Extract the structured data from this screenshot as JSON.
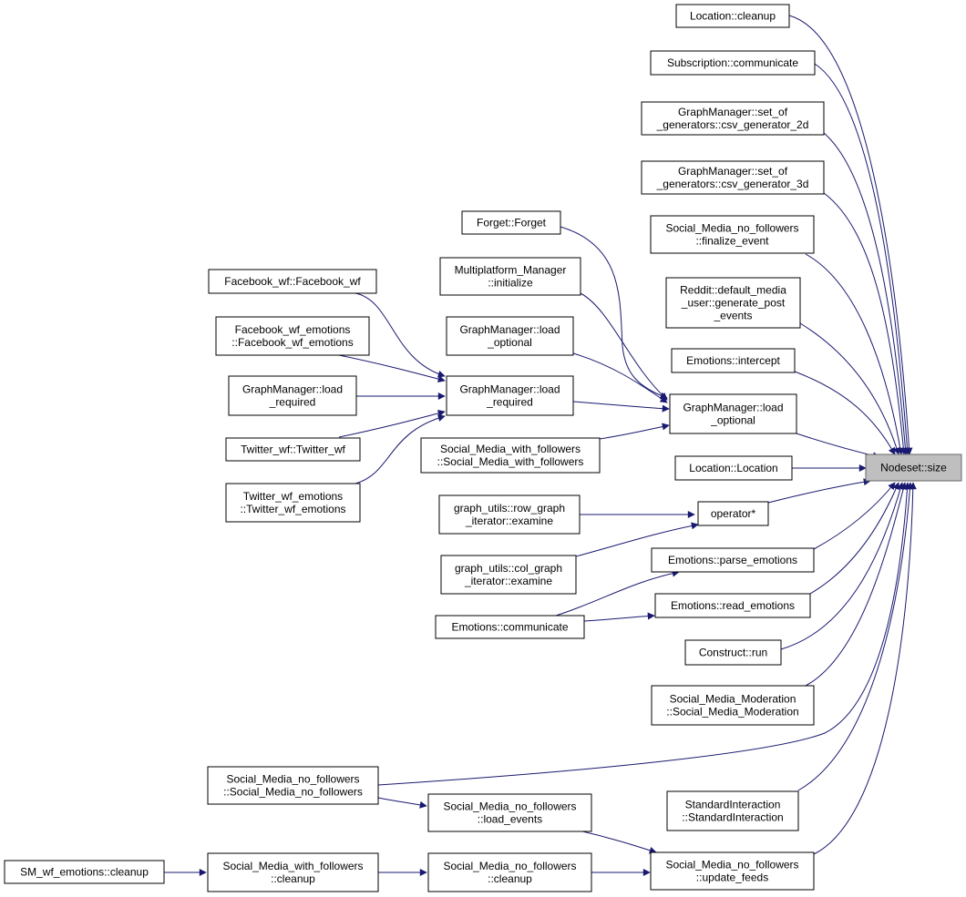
{
  "diagram": {
    "colors": {
      "edge": "#191970",
      "focus_fill": "#bfbfbf",
      "node_border": "#000000"
    },
    "focus": "nodeset-size",
    "nodes": [
      {
        "id": "nodeset-size",
        "lines": [
          "Nodeset::size"
        ]
      },
      {
        "id": "location-cleanup",
        "lines": [
          "Location::cleanup"
        ]
      },
      {
        "id": "subscription-communicate",
        "lines": [
          "Subscription::communicate"
        ]
      },
      {
        "id": "graphmanager-csv-2d",
        "lines": [
          "GraphManager::set_of",
          "_generators::csv_generator_2d"
        ]
      },
      {
        "id": "graphmanager-csv-3d",
        "lines": [
          "GraphManager::set_of",
          "_generators::csv_generator_3d"
        ]
      },
      {
        "id": "smnf-finalize-event",
        "lines": [
          "Social_Media_no_followers",
          "::finalize_event"
        ]
      },
      {
        "id": "reddit-generate-post-events",
        "lines": [
          "Reddit::default_media",
          "_user::generate_post",
          "_events"
        ]
      },
      {
        "id": "emotions-intercept",
        "lines": [
          "Emotions::intercept"
        ]
      },
      {
        "id": "graphmanager-load-optional",
        "lines": [
          "GraphManager::load",
          "_optional"
        ]
      },
      {
        "id": "location-location",
        "lines": [
          "Location::Location"
        ]
      },
      {
        "id": "operator-star",
        "lines": [
          "operator*"
        ]
      },
      {
        "id": "emotions-parse-emotions",
        "lines": [
          "Emotions::parse_emotions"
        ]
      },
      {
        "id": "emotions-read-emotions",
        "lines": [
          "Emotions::read_emotions"
        ]
      },
      {
        "id": "construct-run",
        "lines": [
          "Construct::run"
        ]
      },
      {
        "id": "smm-constructor",
        "lines": [
          "Social_Media_Moderation",
          "::Social_Media_Moderation"
        ]
      },
      {
        "id": "standardinteraction",
        "lines": [
          "StandardInteraction",
          "::StandardInteraction"
        ]
      },
      {
        "id": "smnf-update-feeds",
        "lines": [
          "Social_Media_no_followers",
          "::update_feeds"
        ]
      },
      {
        "id": "forget-forget",
        "lines": [
          "Forget::Forget"
        ]
      },
      {
        "id": "multiplatform-initialize",
        "lines": [
          "Multiplatform_Manager",
          "::initialize"
        ]
      },
      {
        "id": "graphmanager-load-optional-2",
        "lines": [
          "GraphManager::load",
          "_optional"
        ]
      },
      {
        "id": "graphmanager-load-required",
        "lines": [
          "GraphManager::load",
          "_required"
        ]
      },
      {
        "id": "smwf-constructor",
        "lines": [
          "Social_Media_with_followers",
          "::Social_Media_with_followers"
        ]
      },
      {
        "id": "row-graph-examine",
        "lines": [
          "graph_utils::row_graph",
          "_iterator::examine"
        ]
      },
      {
        "id": "col-graph-examine",
        "lines": [
          "graph_utils::col_graph",
          "_iterator::examine"
        ]
      },
      {
        "id": "emotions-communicate",
        "lines": [
          "Emotions::communicate"
        ]
      },
      {
        "id": "smnf-load-events",
        "lines": [
          "Social_Media_no_followers",
          "::load_events"
        ]
      },
      {
        "id": "smnf-cleanup",
        "lines": [
          "Social_Media_no_followers",
          "::cleanup"
        ]
      },
      {
        "id": "facebook-wf",
        "lines": [
          "Facebook_wf::Facebook_wf"
        ]
      },
      {
        "id": "facebook-wf-emotions",
        "lines": [
          "Facebook_wf_emotions",
          "::Facebook_wf_emotions"
        ]
      },
      {
        "id": "graphmanager-load-required-2",
        "lines": [
          "GraphManager::load",
          "_required"
        ]
      },
      {
        "id": "twitter-wf",
        "lines": [
          "Twitter_wf::Twitter_wf"
        ]
      },
      {
        "id": "twitter-wf-emotions",
        "lines": [
          "Twitter_wf_emotions",
          "::Twitter_wf_emotions"
        ]
      },
      {
        "id": "smnf-constructor",
        "lines": [
          "Social_Media_no_followers",
          "::Social_Media_no_followers"
        ]
      },
      {
        "id": "smwf-cleanup",
        "lines": [
          "Social_Media_with_followers",
          "::cleanup"
        ]
      },
      {
        "id": "sm-wf-emotions-cleanup",
        "lines": [
          "SM_wf_emotions::cleanup"
        ]
      }
    ]
  }
}
